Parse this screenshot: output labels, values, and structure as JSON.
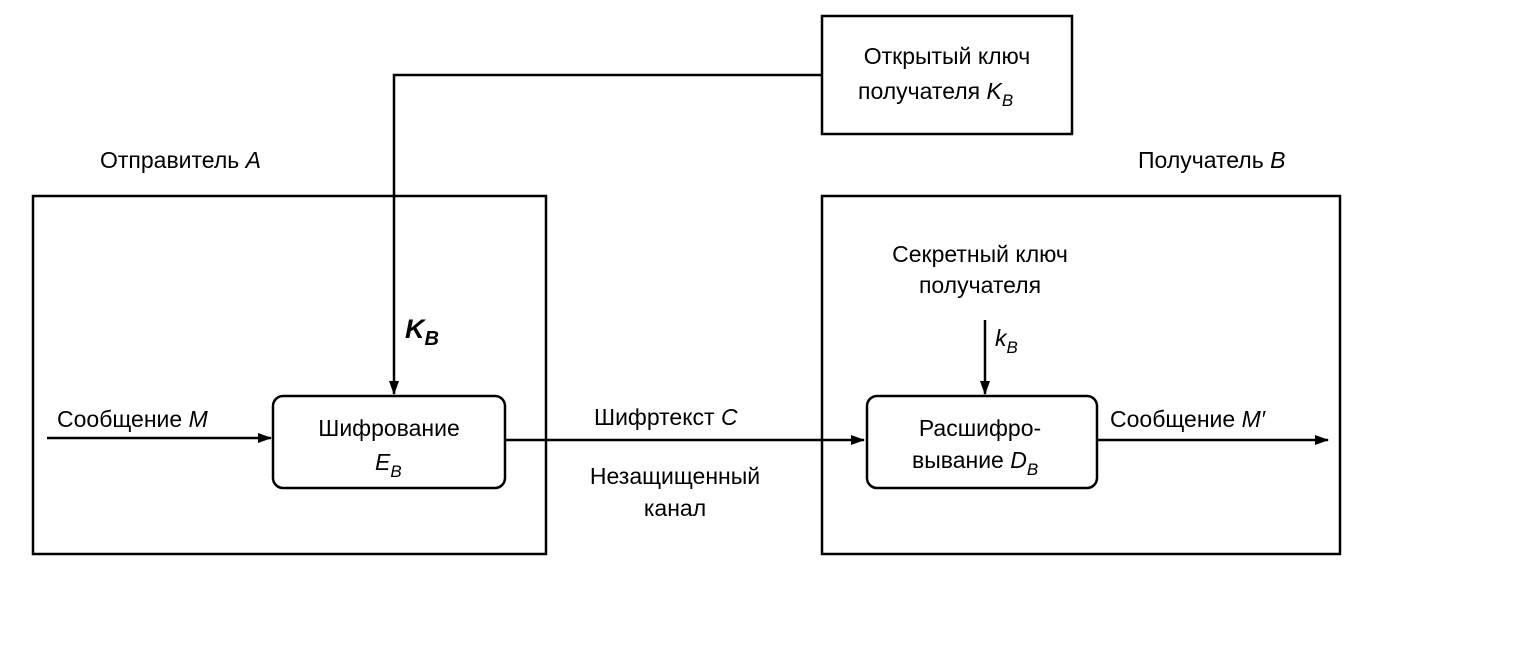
{
  "public_key_box": {
    "line1": "Открытый ключ",
    "line2": "получателя",
    "symbol": "K",
    "subscript": "B"
  },
  "sender": {
    "label": "Отправитель",
    "symbol": "A"
  },
  "receiver": {
    "label": "Получатель",
    "symbol": "B"
  },
  "key_arrow_label": {
    "symbol": "K",
    "subscript": "B"
  },
  "encryption": {
    "line1": "Шифрование",
    "symbol": "E",
    "subscript": "B"
  },
  "message_in": {
    "label": "Сообщение",
    "symbol": "M"
  },
  "ciphertext": {
    "label": "Шифртекст",
    "symbol": "C"
  },
  "channel": {
    "line1": "Незащищенный",
    "line2": "канал"
  },
  "secret_key": {
    "line1": "Секретный ключ",
    "line2": "получателя",
    "symbol": "k",
    "subscript": "B"
  },
  "decryption": {
    "line1": "Расшифро-",
    "line2": "вывание",
    "symbol": "D",
    "subscript": "B"
  },
  "message_out": {
    "label": "Сообщение",
    "symbol": "M′"
  }
}
